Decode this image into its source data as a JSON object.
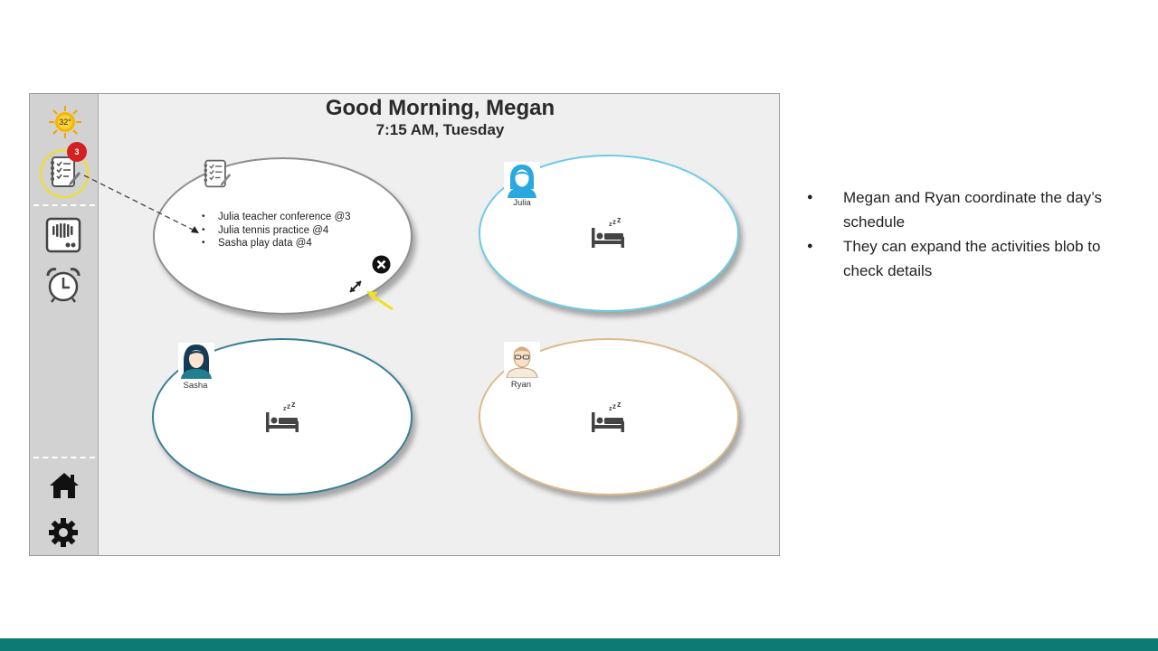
{
  "app": {
    "greeting": "Good Morning, Megan",
    "time_line": "7:15 AM, Tuesday"
  },
  "sidebar": {
    "weather": {
      "temperature": "32°",
      "icon": "sun-icon"
    },
    "notes": {
      "icon": "notebook-icon",
      "badge": "3"
    },
    "items": [
      {
        "icon": "speaker-device-icon"
      },
      {
        "icon": "alarm-clock-icon"
      },
      {
        "icon": "home-icon"
      },
      {
        "icon": "gear-icon"
      }
    ]
  },
  "activities": {
    "items": [
      "Julia teacher conference @3",
      "Julia tennis practice @4",
      "Sasha play data @4"
    ],
    "close_icon": "close-icon",
    "expand_icon": "expand-icon"
  },
  "members": [
    {
      "name": "Julia",
      "status_icon": "sleeping-bed-icon",
      "color": "#6ecbe6"
    },
    {
      "name": "Sasha",
      "status_icon": "sleeping-bed-icon",
      "color": "#3a7f92"
    },
    {
      "name": "Ryan",
      "status_icon": "sleeping-bed-icon",
      "color": "#dcbb8c"
    }
  ],
  "notes": [
    "Megan and Ryan coordinate the day’s schedule",
    "They can expand the activities blob to check details"
  ],
  "colors": {
    "highlight": "#f2e020",
    "badge": "#d42020",
    "footer": "#0e7a74"
  }
}
